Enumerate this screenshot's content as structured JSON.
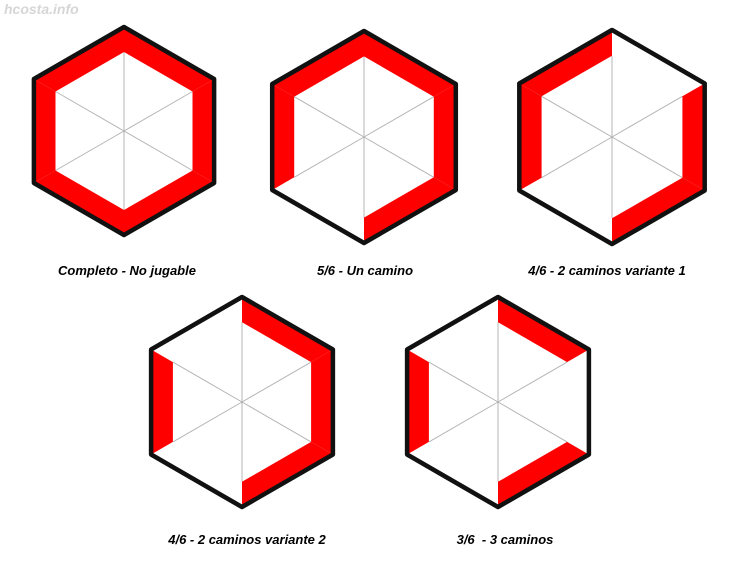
{
  "watermark": "hcosta.info",
  "colors": {
    "outline": "#111111",
    "path": "#ff0000",
    "spoke": "#b4b4b4",
    "background": "#ffffff"
  },
  "hexagons": [
    {
      "caption": "Completo - No jugable",
      "red_sides": [
        0,
        1,
        2,
        3,
        4,
        5
      ]
    },
    {
      "caption": "5/6 - Un camino",
      "red_sides": [
        0,
        1,
        2,
        4,
        5
      ]
    },
    {
      "caption": "4/6 - 2 caminos variante 1",
      "red_sides": [
        1,
        2,
        4,
        5
      ]
    },
    {
      "caption": "4/6 - 2 caminos variante 2",
      "red_sides": [
        0,
        1,
        2,
        4
      ]
    },
    {
      "caption": "3/6  - 3 caminos",
      "red_sides": [
        0,
        2,
        4
      ]
    }
  ]
}
